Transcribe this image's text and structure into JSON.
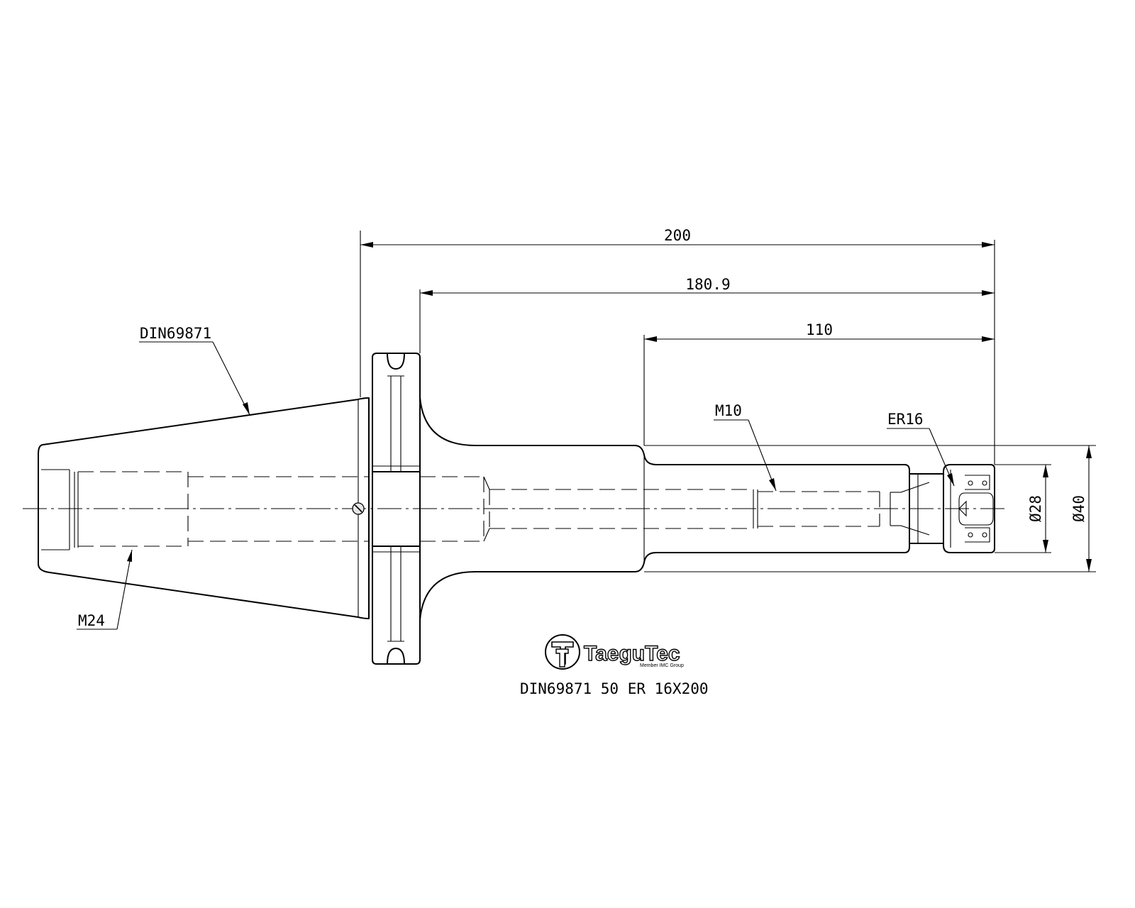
{
  "labels": {
    "taper_standard": "DIN69871",
    "rear_thread": "M24",
    "inner_thread": "M10",
    "collet": "ER16"
  },
  "dimensions": {
    "overall_length": "200",
    "flange_to_nose": "180.9",
    "shank_length": "110",
    "nose_diameter": "Ø28",
    "shank_diameter": "Ø40"
  },
  "logo": {
    "brand": "TaeguTec",
    "tagline": "Member IMC Group"
  },
  "part_number": "DIN69871 50 ER 16X200"
}
